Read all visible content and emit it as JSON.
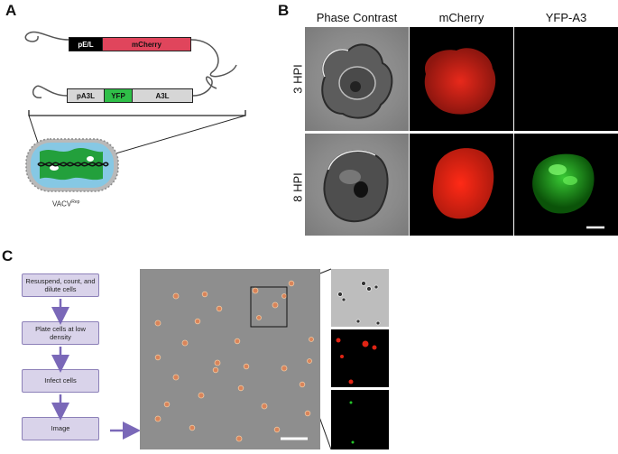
{
  "panels": {
    "a": "A",
    "b": "B",
    "c": "C"
  },
  "construct": {
    "top": {
      "promoter": "pE/L",
      "gene": "mCherry"
    },
    "bottom": {
      "promoter": "pA3L",
      "tag": "YFP",
      "gene": "A3L"
    },
    "virus_label": "VACV",
    "virus_superscript": "Rep"
  },
  "panel_b": {
    "columns": [
      "Phase Contrast",
      "mCherry",
      "YFP-A3"
    ],
    "rows": [
      "3 HPI",
      "8 HPI"
    ]
  },
  "flowchart": {
    "steps": [
      "Resuspend, count, and dilute cells",
      "Plate cells at low density",
      "Infect cells",
      "Image"
    ]
  },
  "colors": {
    "mcherry": "#e0455c",
    "yfp": "#2fbf48",
    "promoter": "#000000",
    "flow_box": "#d9d3ea",
    "arrow": "#7a68b8"
  }
}
